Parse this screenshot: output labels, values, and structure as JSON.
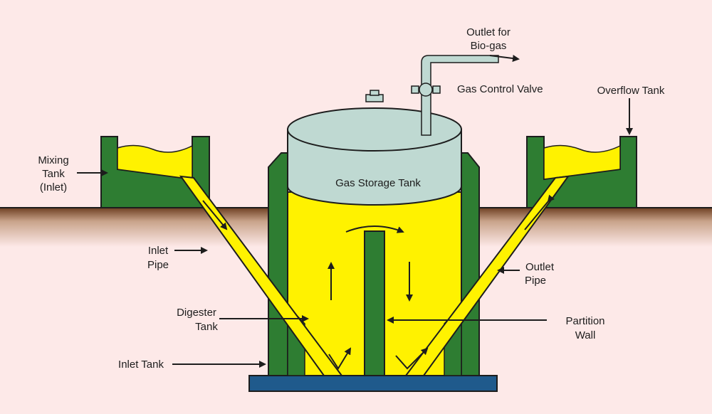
{
  "labels": {
    "outlet_biogas_1": "Outlet for",
    "outlet_biogas_2": "Bio-gas",
    "gas_control_valve": "Gas Control Valve",
    "overflow_tank": "Overflow Tank",
    "mixing_tank_1": "Mixing",
    "mixing_tank_2": "Tank",
    "mixing_tank_3": "(Inlet)",
    "gas_storage_tank": "Gas Storage Tank",
    "inlet_pipe_1": "Inlet",
    "inlet_pipe_2": "Pipe",
    "outlet_pipe_1": "Outlet",
    "outlet_pipe_2": "Pipe",
    "digester_tank_1": "Digester",
    "digester_tank_2": "Tank",
    "partition_wall_1": "Partition",
    "partition_wall_2": "Wall",
    "inlet_tank": "Inlet Tank"
  },
  "colors": {
    "background": "#fde9e8",
    "wall_green": "#2e7d32",
    "slurry_yellow": "#fff200",
    "gas_tank": "#bfd9d2",
    "base_blue": "#1f5a8c",
    "ground_brown": "#7b4a2a",
    "stroke": "#1d1d1d"
  }
}
